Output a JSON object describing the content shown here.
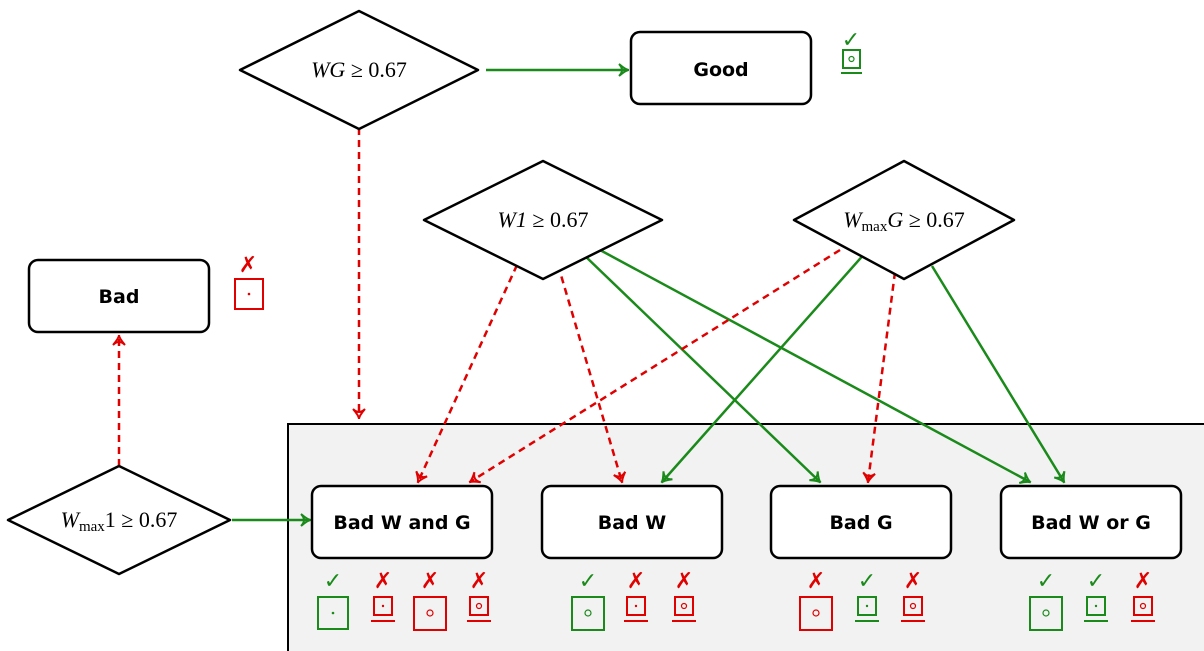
{
  "decisions": {
    "wg": {
      "var": "WG",
      "sub": "",
      "rest": " ≥ 0.67"
    },
    "w1": {
      "var": "W1",
      "sub": "",
      "rest": " ≥ 0.67"
    },
    "wmaxg": {
      "var": "W",
      "sub": "max",
      "var2": "G",
      "rest": " ≥ 0.67"
    },
    "wmax1": {
      "var": "W",
      "sub": "max",
      "var2": "1",
      "rest": " ≥ 0.67"
    }
  },
  "outcomes": {
    "good": "Good",
    "bad": "Bad",
    "bad_w_and_g": "Bad W and G",
    "bad_w": "Bad W",
    "bad_g": "Bad G",
    "bad_w_or_g": "Bad W or G"
  },
  "marks": {
    "check": "✓",
    "cross": "✗"
  },
  "colors": {
    "green": "#1a8a1a",
    "red": "#e00000",
    "group_bg": "#f2f2f2",
    "stroke": "#000000"
  }
}
